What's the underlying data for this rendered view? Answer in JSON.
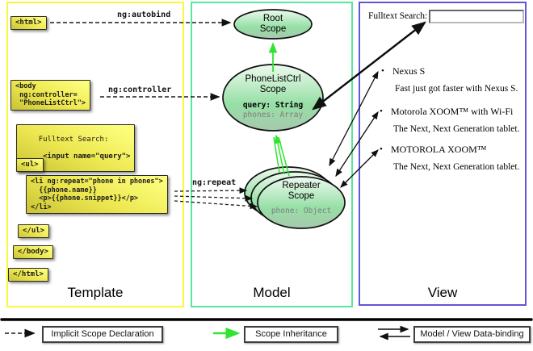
{
  "columns": {
    "template": "Template",
    "model": "Model",
    "view": "View"
  },
  "template_code": {
    "html_open": "<html>",
    "body_open": "<body\n ng:controller=\n \"PhoneListCtrl\">",
    "fulltext_label": "Fulltext Search:",
    "fulltext_input": " <input name=\"query\">",
    "ul_open": "<ul>",
    "li_repeat": "<li ng:repeat=\"phone in phones\">\n  {{phone.name}}\n  <p>{{phone.snippet}}</p>\n</li>",
    "ul_close": "</ul>",
    "body_close": "</body>",
    "html_close": "</html>"
  },
  "edge_labels": {
    "autobind": "ng:autobind",
    "controller": "ng:controller",
    "repeat": "ng:repeat"
  },
  "scopes": {
    "root": {
      "name": "Root\nScope"
    },
    "phonelist": {
      "name": "PhoneListCtrl\nScope",
      "prop_query": "query: String",
      "prop_phones": "phones: Array"
    },
    "repeater": {
      "name": "Repeater\nScope",
      "prop_phone": "phone: Object"
    }
  },
  "view": {
    "search_label": "Fulltext Search:",
    "search_value": "",
    "items": [
      {
        "bullet": "•",
        "title": "Nexus S",
        "desc": "Fast just got faster with Nexus S."
      },
      {
        "bullet": "•",
        "title": "Motorola XOOM™ with Wi-Fi",
        "desc": "The Next, Next Generation tablet."
      },
      {
        "bullet": "•",
        "title": "MOTOROLA XOOM™",
        "desc": "The Next, Next Generation tablet."
      }
    ]
  },
  "legend": {
    "implicit": "Implicit Scope Declaration",
    "inheritance": "Scope Inheritance",
    "databinding": "Model / View Data-binding"
  },
  "colors": {
    "template_border": "#f9f93b",
    "model_border": "#58e79c",
    "view_border": "#6355d4",
    "scope_fill": "#96dfa5",
    "code_box": "#ece74f",
    "inheritance_arrow": "#30e430"
  }
}
